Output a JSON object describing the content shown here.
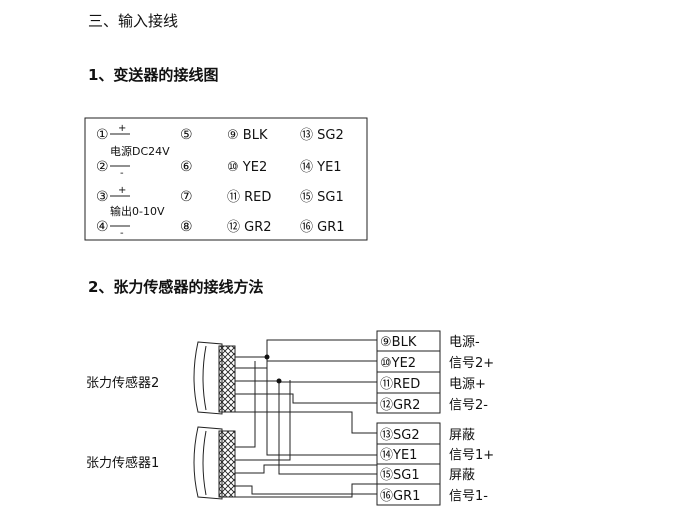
{
  "section_title": "三、输入接线",
  "sub1_title": "1、变送器的接线图",
  "sub2_title": "2、张力传感器的接线方法",
  "transmitter": {
    "col1": [
      "①",
      "②",
      "③",
      "④"
    ],
    "plus": "+",
    "minus": "-",
    "power_label": "电源DC24V",
    "output_label": "输出0-10V",
    "col2": [
      "⑤",
      "⑥",
      "⑦",
      "⑧"
    ],
    "col3": [
      "⑨ BLK",
      "⑩ YE2",
      "⑪ RED",
      "⑫ GR2"
    ],
    "col4": [
      "⑬ SG2",
      "⑭ YE1",
      "⑮ SG1",
      "⑯ GR1"
    ]
  },
  "sensor": {
    "sensor2_label": "张力传感器2",
    "sensor1_label": "张力传感器1",
    "terminals": [
      "⑨BLK",
      "⑩YE2",
      "⑪RED",
      "⑫GR2",
      "⑬SG2",
      "⑭YE1",
      "⑮SG1",
      "⑯GR1"
    ],
    "signals": [
      "电源-",
      "信号2+",
      "电源+",
      "信号2-",
      "屏蔽",
      "信号1+",
      "屏蔽",
      "信号1-"
    ]
  }
}
